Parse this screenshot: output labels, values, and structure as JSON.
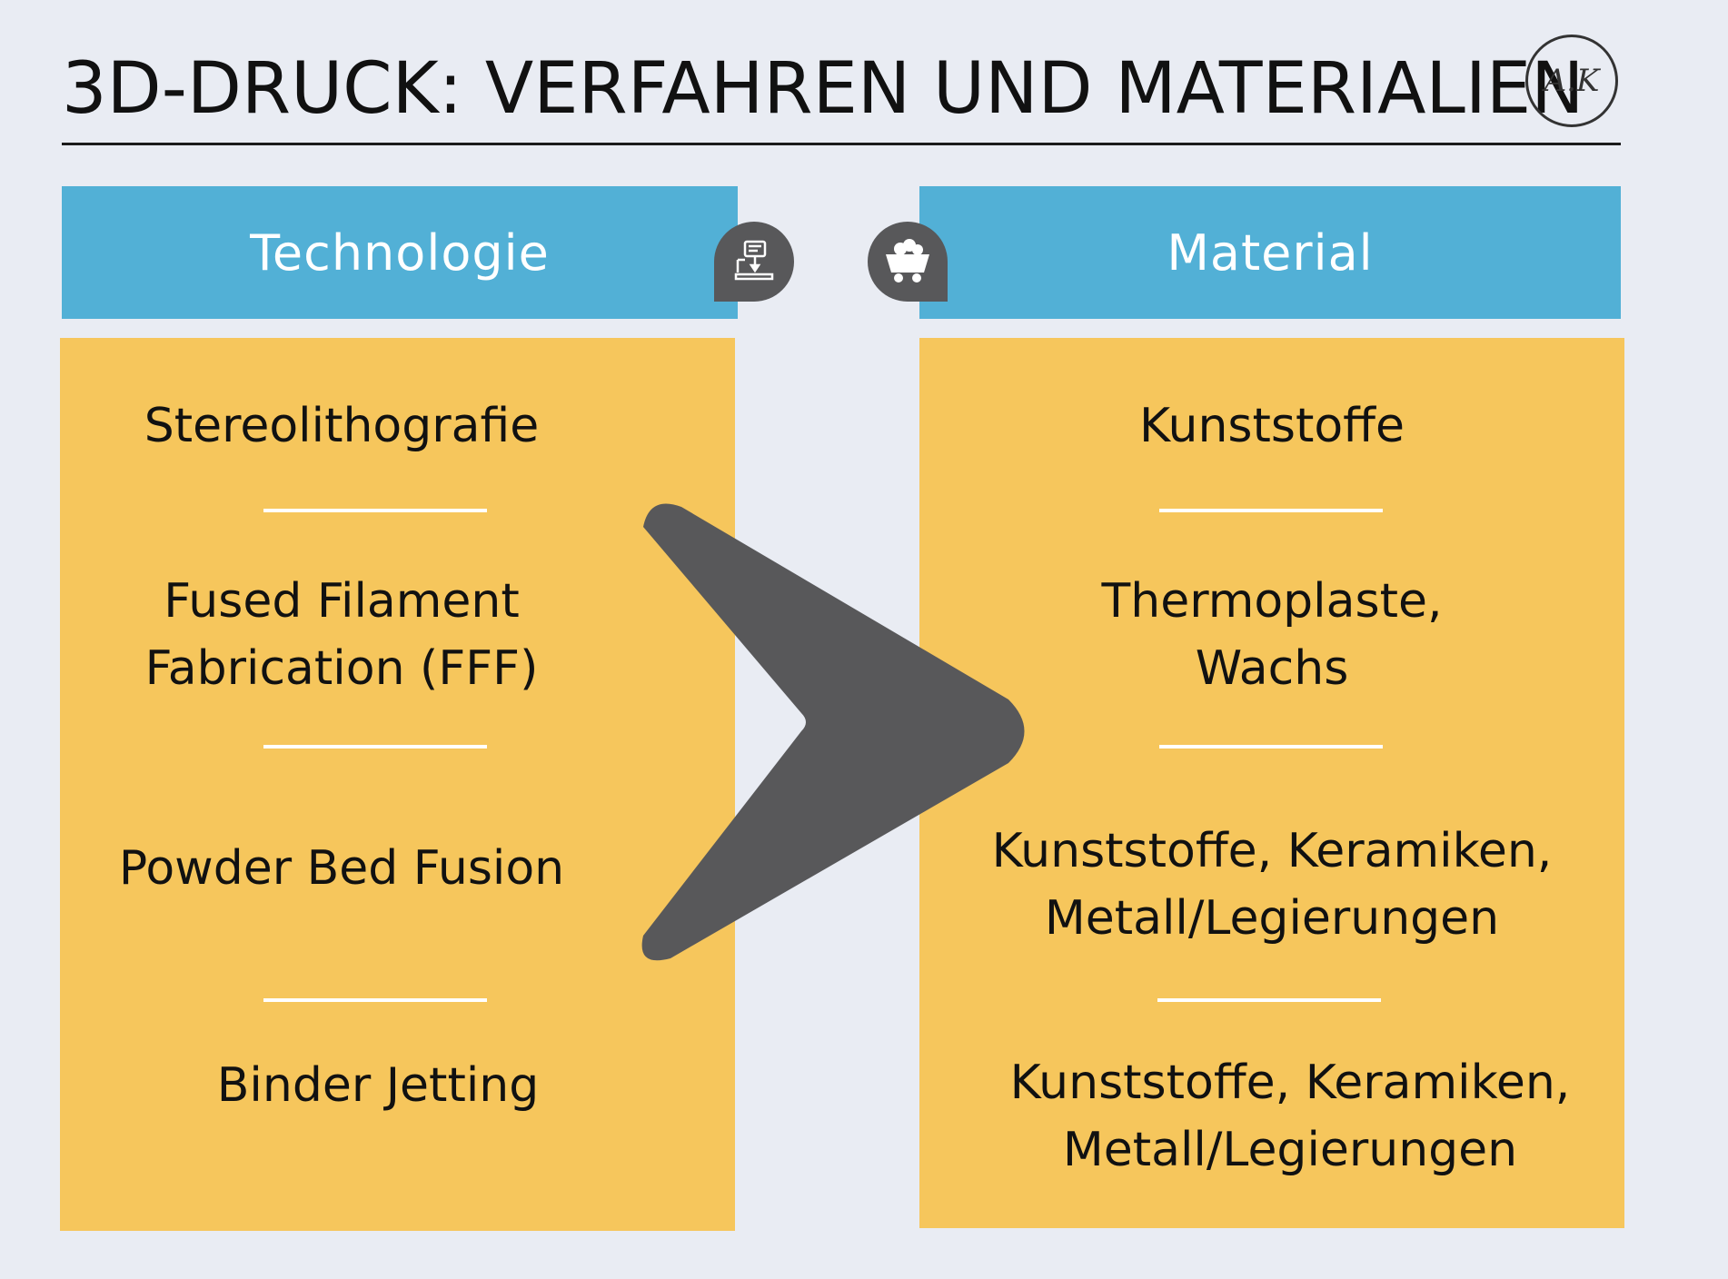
{
  "title": "3D-DRUCK: VERFAHREN UND MATERIALIEN",
  "logo_text": "A.K",
  "columns": {
    "left": {
      "header": "Technologie",
      "icon": "3d-printer-icon",
      "items": [
        "Stereolithografie",
        "Fused Filament\nFabrication (FFF)",
        "Powder Bed Fusion",
        "Binder Jetting"
      ]
    },
    "right": {
      "header": "Material",
      "icon": "mine-cart-icon",
      "items": [
        "Kunststoffe",
        "Thermoplaste,\nWachs",
        "Kunststoffe, Keramiken,\nMetall/Legierungen",
        "Kunststoffe, Keramiken,\nMetall/Legierungen"
      ]
    }
  },
  "colors": {
    "background": "#e9ecf3",
    "header_blue": "#52b0d6",
    "panel_yellow": "#f6c65c",
    "arrow_gray": "#58585a"
  }
}
